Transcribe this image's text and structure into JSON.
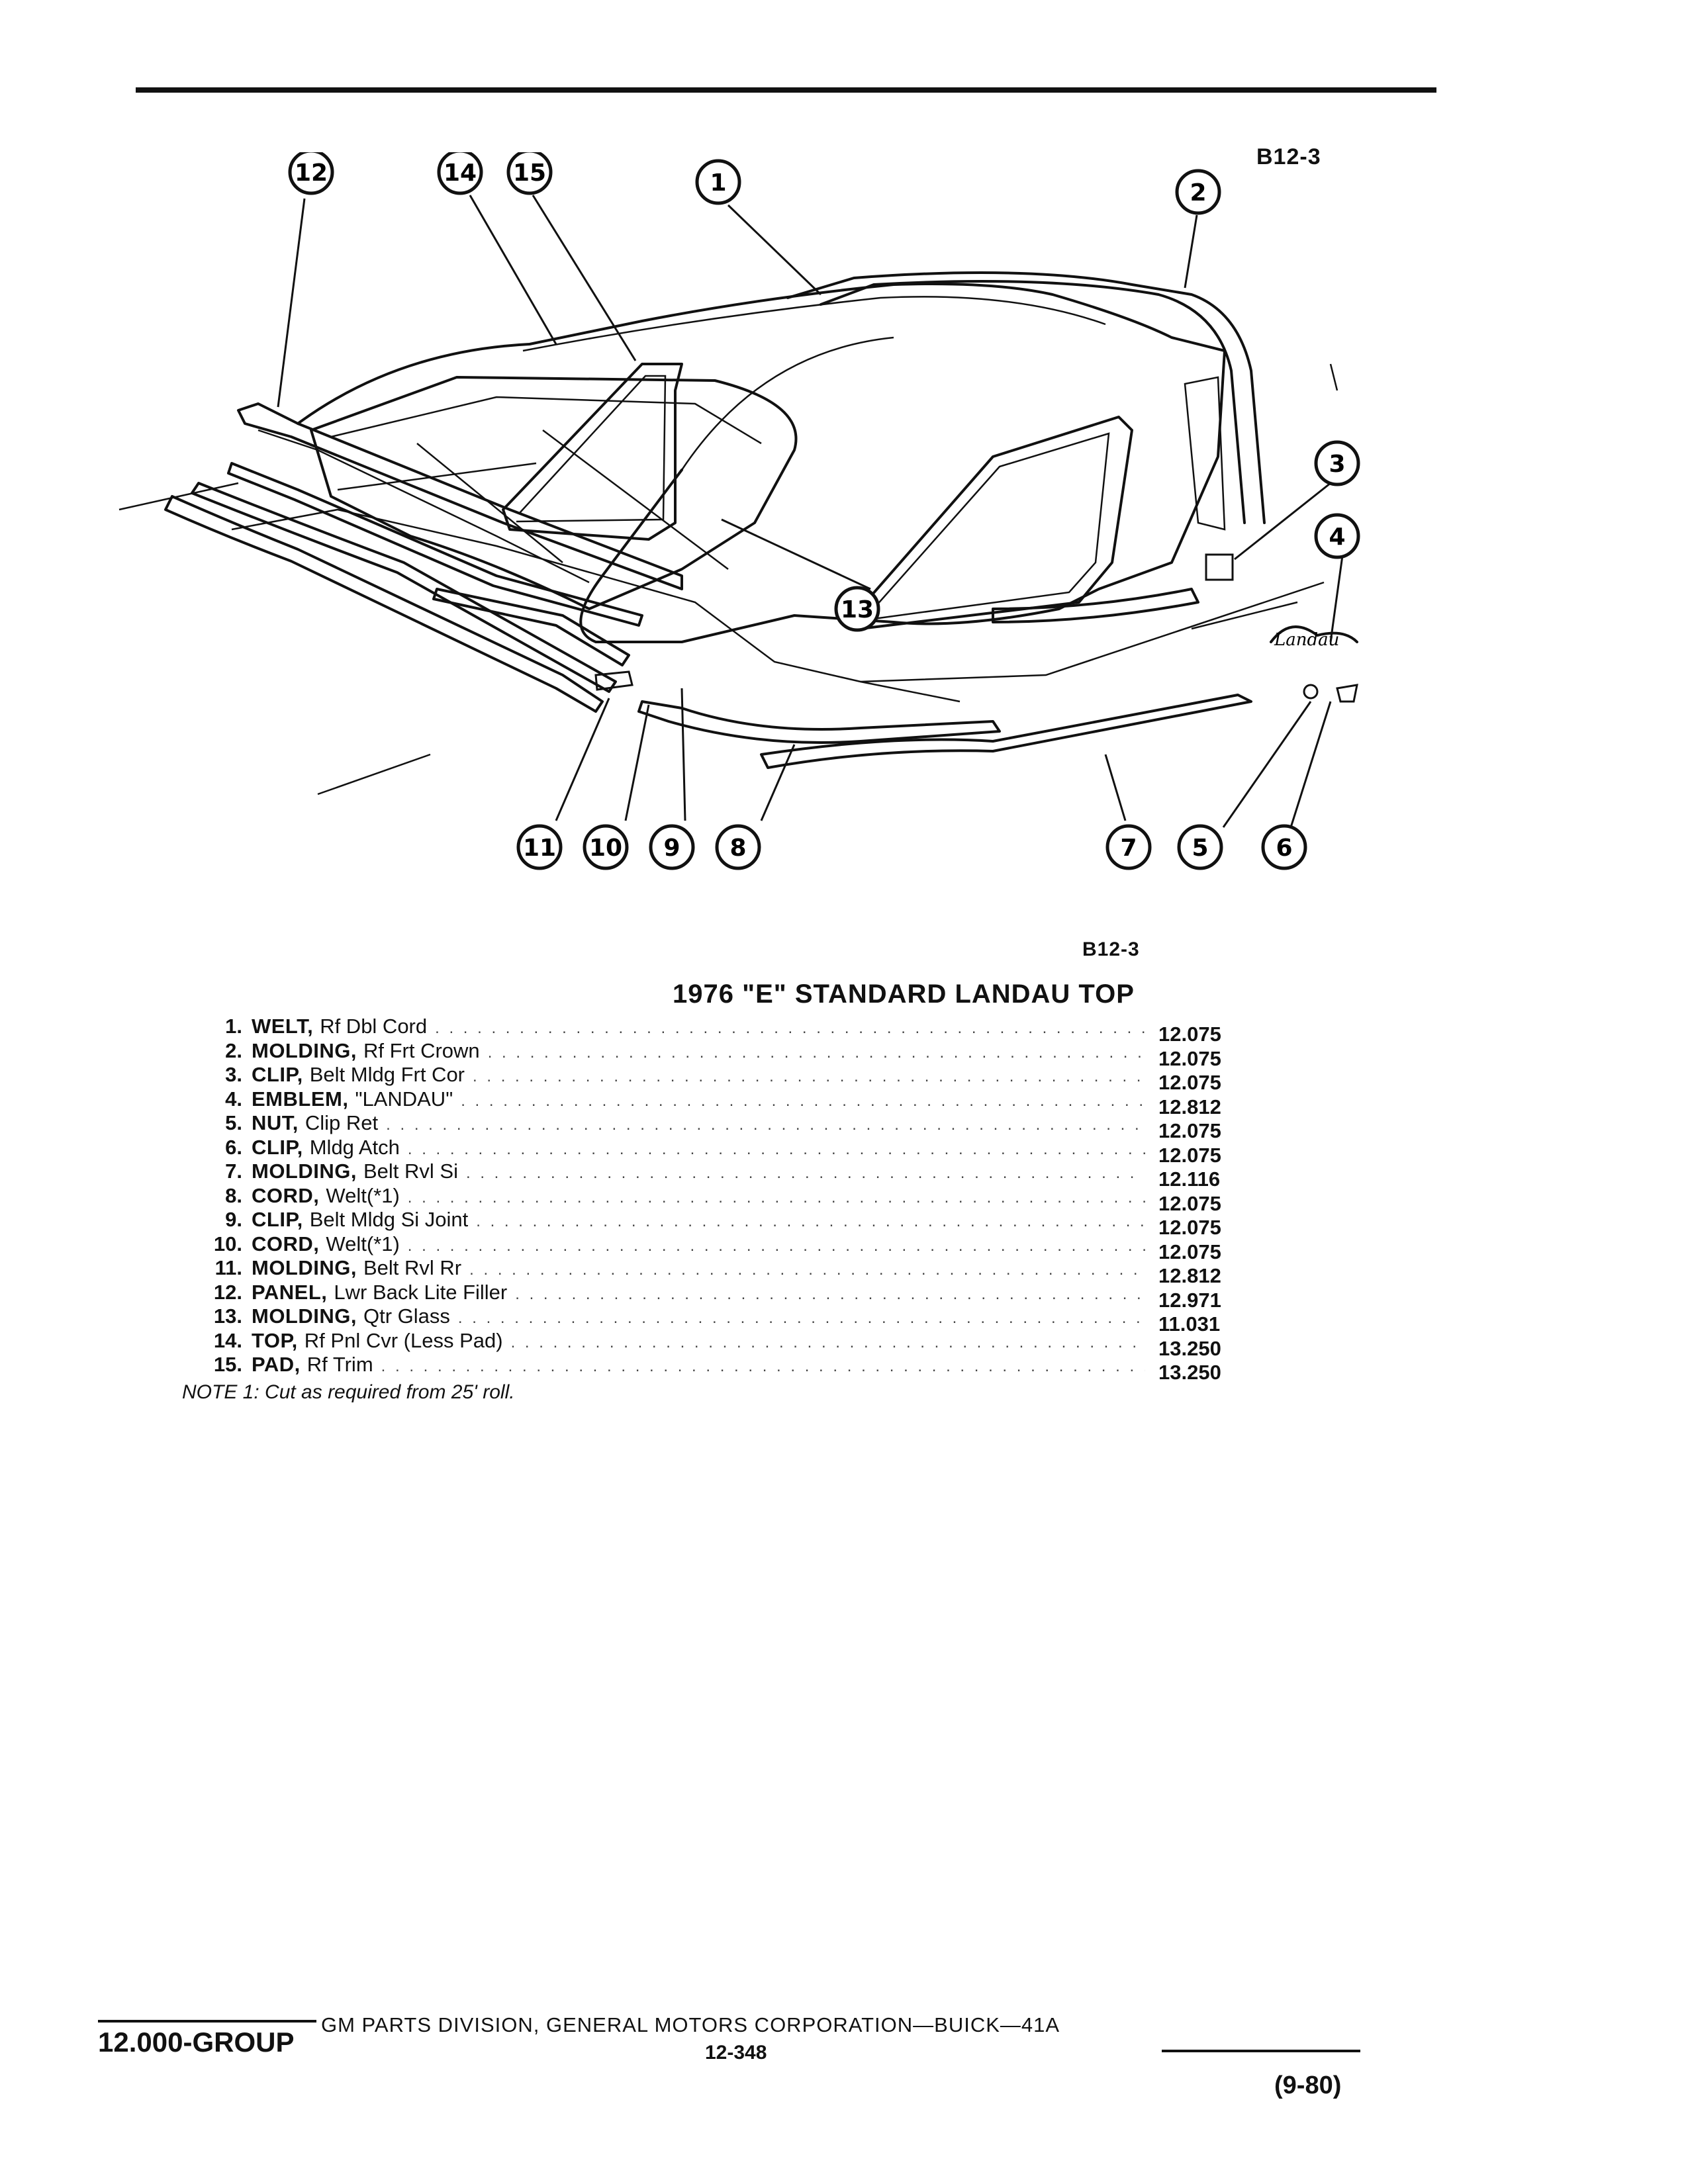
{
  "header": {
    "diagram_code_top": "B12-3",
    "diagram_code_bottom": "B12-3"
  },
  "diagram": {
    "callouts": [
      "1",
      "2",
      "3",
      "4",
      "5",
      "6",
      "7",
      "8",
      "9",
      "10",
      "11",
      "12",
      "13",
      "14",
      "15"
    ],
    "emblem_script": "Landau"
  },
  "title": "1976 \"E\" STANDARD LANDAU TOP",
  "parts": [
    {
      "num": "1.",
      "name": "WELT,",
      "desc": "Rf Dbl Cord",
      "code": "12.075"
    },
    {
      "num": "2.",
      "name": "MOLDING,",
      "desc": "Rf Frt Crown",
      "code": "12.075"
    },
    {
      "num": "3.",
      "name": "CLIP,",
      "desc": "Belt Mldg Frt Cor",
      "code": "12.075"
    },
    {
      "num": "4.",
      "name": "EMBLEM,",
      "desc": "\"LANDAU\"",
      "code": "12.812"
    },
    {
      "num": "5.",
      "name": "NUT,",
      "desc": "Clip Ret",
      "code": "12.075"
    },
    {
      "num": "6.",
      "name": "CLIP,",
      "desc": "Mldg Atch",
      "code": "12.075"
    },
    {
      "num": "7.",
      "name": "MOLDING,",
      "desc": "Belt Rvl Si",
      "code": "12.116"
    },
    {
      "num": "8.",
      "name": "CORD,",
      "desc": "Welt(*1)",
      "code": "12.075"
    },
    {
      "num": "9.",
      "name": "CLIP,",
      "desc": "Belt Mldg Si Joint",
      "code": "12.075"
    },
    {
      "num": "10.",
      "name": "CORD,",
      "desc": "Welt(*1)",
      "code": "12.075"
    },
    {
      "num": "11.",
      "name": "MOLDING,",
      "desc": "Belt Rvl Rr",
      "code": "12.812"
    },
    {
      "num": "12.",
      "name": "PANEL,",
      "desc": "Lwr Back Lite Filler",
      "code": "12.971"
    },
    {
      "num": "13.",
      "name": "MOLDING,",
      "desc": "Qtr Glass",
      "code": "11.031"
    },
    {
      "num": "14.",
      "name": "TOP,",
      "desc": "Rf Pnl Cvr (Less Pad)",
      "code": "13.250"
    },
    {
      "num": "15.",
      "name": "PAD,",
      "desc": "Rf Trim",
      "code": "13.250"
    }
  ],
  "note": "NOTE 1: Cut as required from 25' roll.",
  "footer": {
    "group": "12.000-GROUP",
    "center": "GM PARTS DIVISION, GENERAL MOTORS CORPORATION—BUICK—41A",
    "page": "12-348",
    "date": "(9-80)"
  }
}
